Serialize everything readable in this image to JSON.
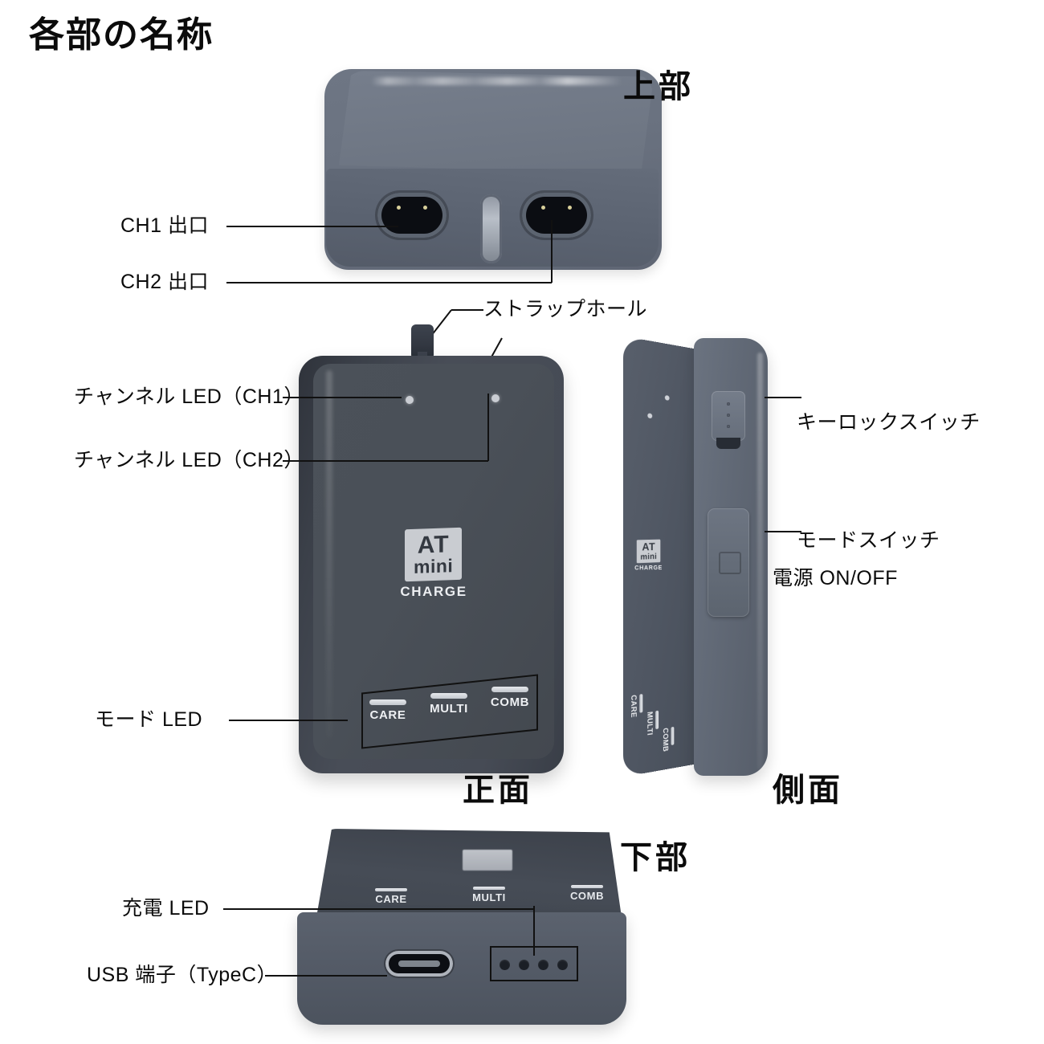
{
  "page": {
    "title": "各部の名称"
  },
  "view_labels": {
    "top": "上部",
    "front": "正面",
    "side": "側面",
    "bottom": "下部"
  },
  "callouts": {
    "ch1_outlet": "CH1 出口",
    "ch2_outlet": "CH2 出口",
    "strap_hole": "ストラップホール",
    "channel_led_ch1": "チャンネル LED（CH1）",
    "channel_led_ch2": "チャンネル LED（CH2）",
    "mode_led": "モード LED",
    "key_lock_switch": "キーロックスイッチ",
    "mode_switch": "モードスイッチ",
    "power_on_off": "電源 ON/OFF",
    "charge_led": "充電 LED",
    "usb_port": "USB 端子（TypeC）"
  },
  "device": {
    "brand_logo": {
      "line1": "AT",
      "line2": "mini",
      "line3": "CHARGE"
    },
    "modes": [
      {
        "label": "CARE"
      },
      {
        "label": "MULTI"
      },
      {
        "label": "COMB"
      }
    ],
    "charge_led_count": 4
  },
  "colors": {
    "background": "#ffffff",
    "text": "#0b0b0b",
    "leader_line": "#111111",
    "body_top_view": "#6b7280",
    "body_front_view": "#474d57",
    "body_side_view": "#5f6673",
    "led_indicator": "#d2d5da",
    "logo_plate": "#c9ccd1"
  }
}
